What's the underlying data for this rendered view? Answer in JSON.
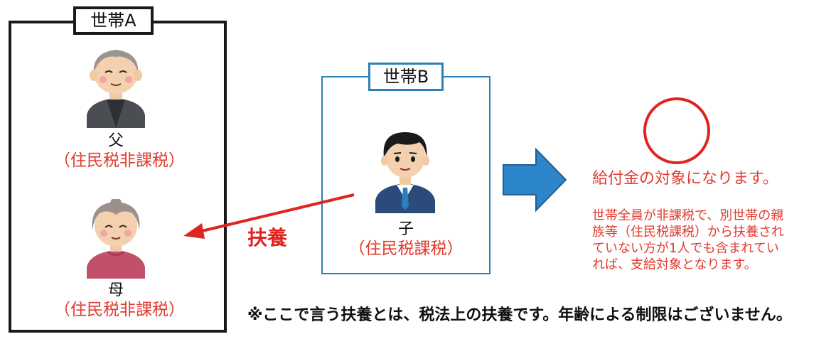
{
  "household_a": {
    "label": "世帯A",
    "father": {
      "name": "父",
      "status": "（住民税非課税）"
    },
    "mother": {
      "name": "母",
      "status": "（住民税非課税）"
    }
  },
  "household_b": {
    "label": "世帯B",
    "child": {
      "name": "子",
      "status": "（住民税課税）"
    }
  },
  "dependent_label": "扶養",
  "result": {
    "symbol": "circle-mark",
    "eligible": "給付金の対象になります。",
    "detail_lines": [
      "世帯全員が非課税で、別世帯の親",
      "族等（住民税課税）から扶養され",
      "ていない方が1人でも含まれてい",
      "れば、支給対象となります。"
    ]
  },
  "footnote": "※ここで言う扶養とは、税法上の扶養です。年齢による制限はございません。",
  "colors": {
    "red": "#e23a2e",
    "blue": "#2f7fb8",
    "arrow_blue": "#2d86c9"
  }
}
